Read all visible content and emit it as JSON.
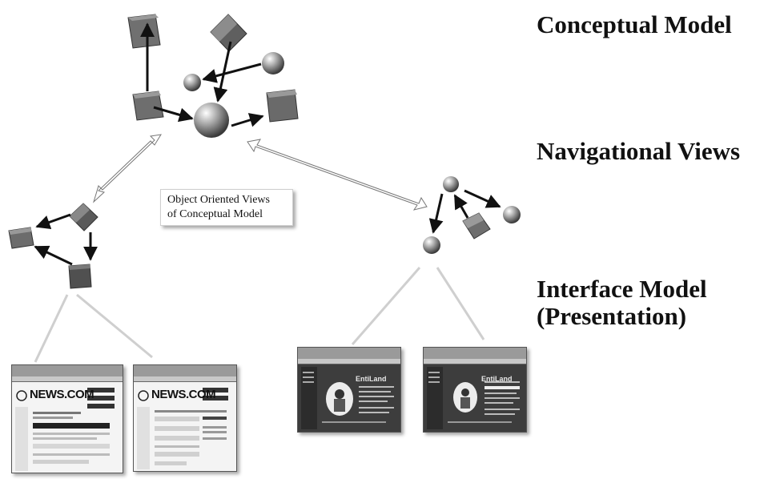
{
  "layers": {
    "conceptual": "Conceptual Model",
    "navigational": "Navigational Views",
    "interface_line1": "Interface Model",
    "interface_line2": "(Presentation)"
  },
  "callout": {
    "line1": "Object Oriented Views",
    "line2": "of Conceptual Model"
  },
  "screenshots": {
    "news_brand": "NEWS.COM",
    "enti_brand": "EntiLand"
  },
  "colors": {
    "cube": "#6b6b6b",
    "sphere": "#8a8a8a",
    "arrow": "#111111",
    "connector": "#cccccc"
  }
}
